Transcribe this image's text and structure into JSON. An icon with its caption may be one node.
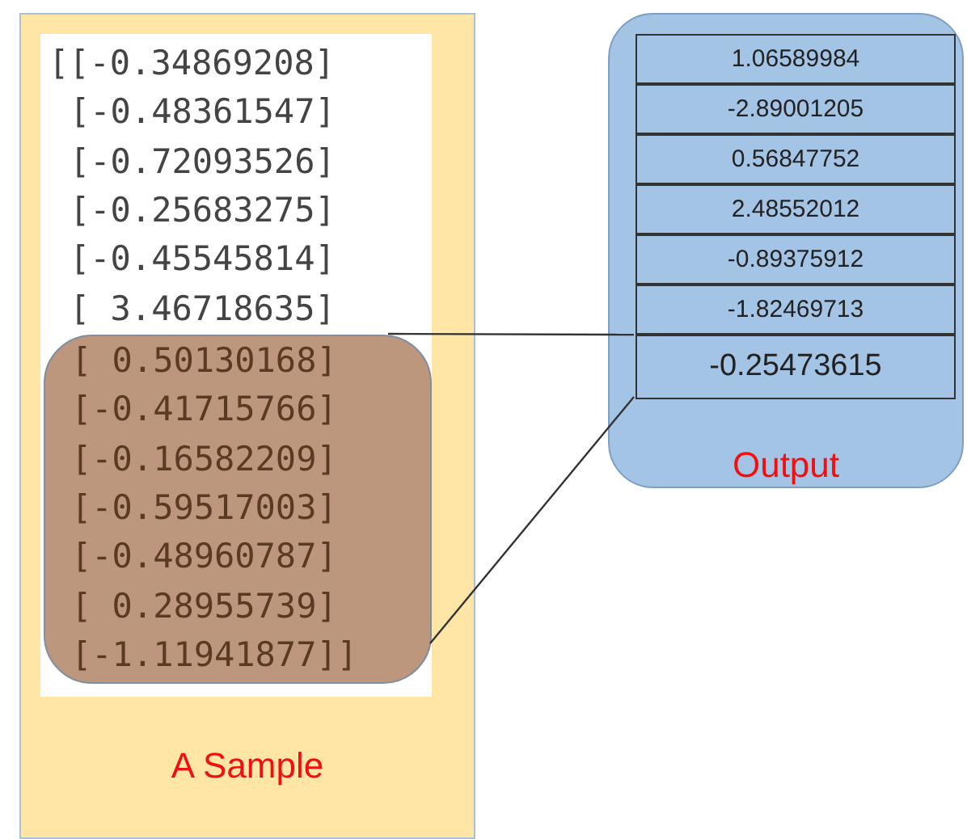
{
  "diagram": {
    "nodes": [
      {
        "text": [
          "A Sample"
        ]
      },
      {
        "text": [
          "[[-0.34869208]",
          "[-0.48361547]",
          "[-0.72093526]",
          "[-0.25683275]",
          "[-0.45545814]",
          "[ 3.46718635]"
        ],
        "in": 0
      },
      {
        "text": [
          "[ 0.50130168]",
          "[-0.41715766]",
          "[-0.16582209]",
          "[-0.59517003]",
          "[-0.48960787]",
          "[ 0.28955739]",
          "[-1.11941877]]"
        ],
        "in": 1
      },
      {
        "text": [
          "Output"
        ]
      },
      {
        "text": [
          "1.06589984"
        ],
        "in": 3
      },
      {
        "text": [
          "-2.89001205"
        ],
        "in": 3
      },
      {
        "text": [
          "0.56847752"
        ],
        "in": 3
      },
      {
        "text": [
          "2.48552012"
        ],
        "in": 3
      },
      {
        "text": [
          "-0.89375912"
        ],
        "in": 3
      },
      {
        "text": [
          "-1.82469713"
        ],
        "in": 3
      },
      {
        "text": [
          "-0.25473615"
        ],
        "in": 3
      }
    ],
    "edges": [
      {
        "from": 2,
        "to": 10,
        "arrow": "none"
      },
      {
        "from": 2,
        "to": 10,
        "arrow": "none"
      }
    ]
  }
}
